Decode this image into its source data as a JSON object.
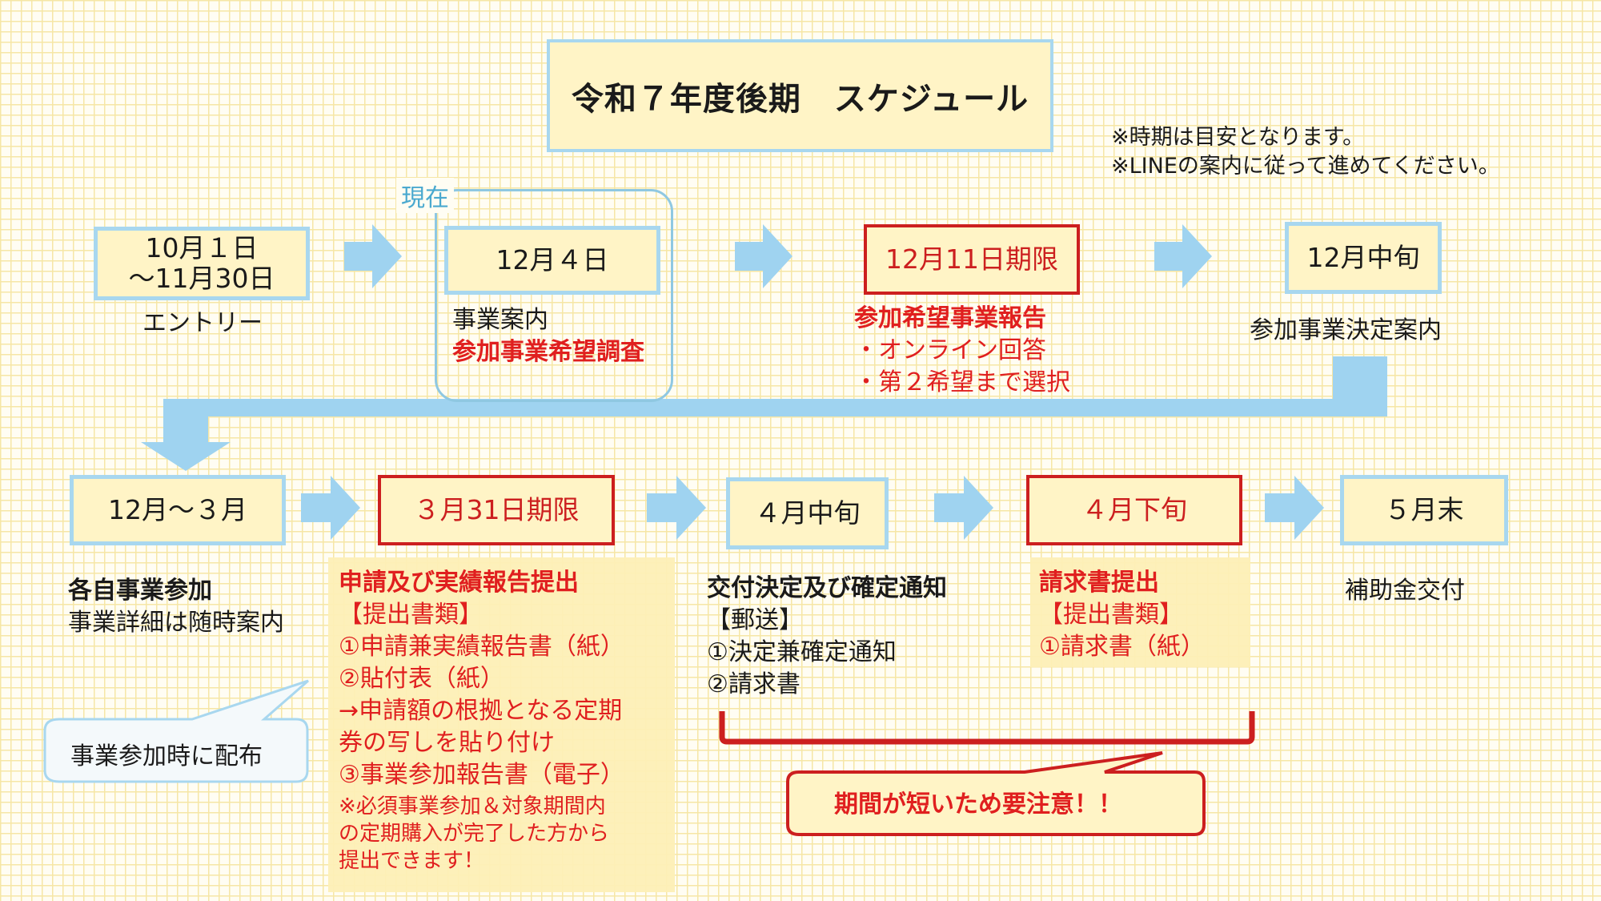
{
  "title": "令和７年度後期　スケジュール",
  "notes": [
    "※時期は目安となります。",
    "※LINEの案内に従って進めてください。"
  ],
  "current_label": "現在",
  "steps": [
    {
      "date_line1": "10月１日",
      "date_line2": "～11月30日",
      "desc": "エントリー"
    },
    {
      "date": "12月４日",
      "desc_line1": "事業案内",
      "desc_line2": "参加事業希望調査"
    },
    {
      "date": "12月11日期限",
      "desc_title": "参加希望事業報告",
      "bullets": [
        "・オンライン回答",
        "・第２希望まで選択"
      ]
    },
    {
      "date": "12月中旬",
      "desc": "参加事業決定案内"
    },
    {
      "date": "12月～３月",
      "desc_title": "各自事業参加",
      "desc_sub": "事業詳細は随時案内"
    },
    {
      "date": "３月31日期限",
      "desc_title": "申請及び実績報告提出",
      "lines": [
        "【提出書類】",
        "①申請兼実績報告書（紙）",
        "②貼付表（紙）",
        "→申請額の根拠となる定期",
        "券の写しを貼り付け",
        "③事業参加報告書（電子）"
      ],
      "notes": [
        "※必須事業参加＆対象期間内",
        "の定期購入が完了した方から",
        "提出できます！"
      ]
    },
    {
      "date": "４月中旬",
      "desc_title": "交付決定及び確定通知",
      "lines": [
        "【郵送】",
        "①決定兼確定通知",
        "②請求書"
      ]
    },
    {
      "date": "４月下旬",
      "desc_title": "請求書提出",
      "lines": [
        "【提出書類】",
        "①請求書（紙）"
      ]
    },
    {
      "date": "５月末",
      "desc": "補助金交付"
    }
  ],
  "callouts": {
    "distribute": "事業参加時に配布",
    "caution": "期間が短いため要注意！！"
  },
  "colors": {
    "red": "#e01f1f",
    "arrow": "#9fd3f0",
    "box_border": "#a8d7ef",
    "box_fill": "#fff4c6"
  }
}
